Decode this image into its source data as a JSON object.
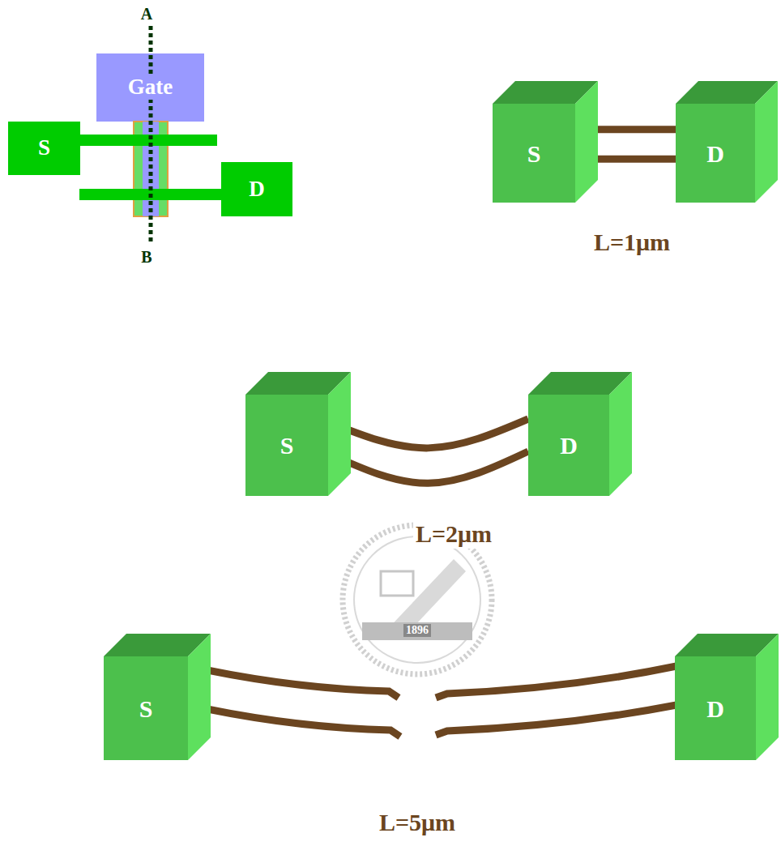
{
  "diagram": {
    "nodes": [
      {
        "text": [
          "Gate"
        ]
      },
      {
        "text": [
          "S"
        ]
      },
      {
        "text": [
          "D"
        ]
      },
      {
        "text": [
          "S"
        ]
      },
      {
        "text": [
          "D"
        ]
      },
      {
        "text": [
          "S"
        ]
      },
      {
        "text": [
          "D"
        ]
      },
      {
        "text": [
          "S"
        ]
      },
      {
        "text": [
          "D"
        ]
      }
    ],
    "edges": [
      {
        "from": 3,
        "to": 4,
        "arrow": "none"
      },
      {
        "from": 3,
        "to": 4,
        "arrow": "none"
      },
      {
        "from": 5,
        "to": 6,
        "arrow": "none"
      },
      {
        "from": 5,
        "to": 6,
        "arrow": "none"
      }
    ],
    "labels": [
      "A",
      "B",
      "L=1μm",
      "L=2μm",
      "L=5μm",
      "1896"
    ]
  }
}
